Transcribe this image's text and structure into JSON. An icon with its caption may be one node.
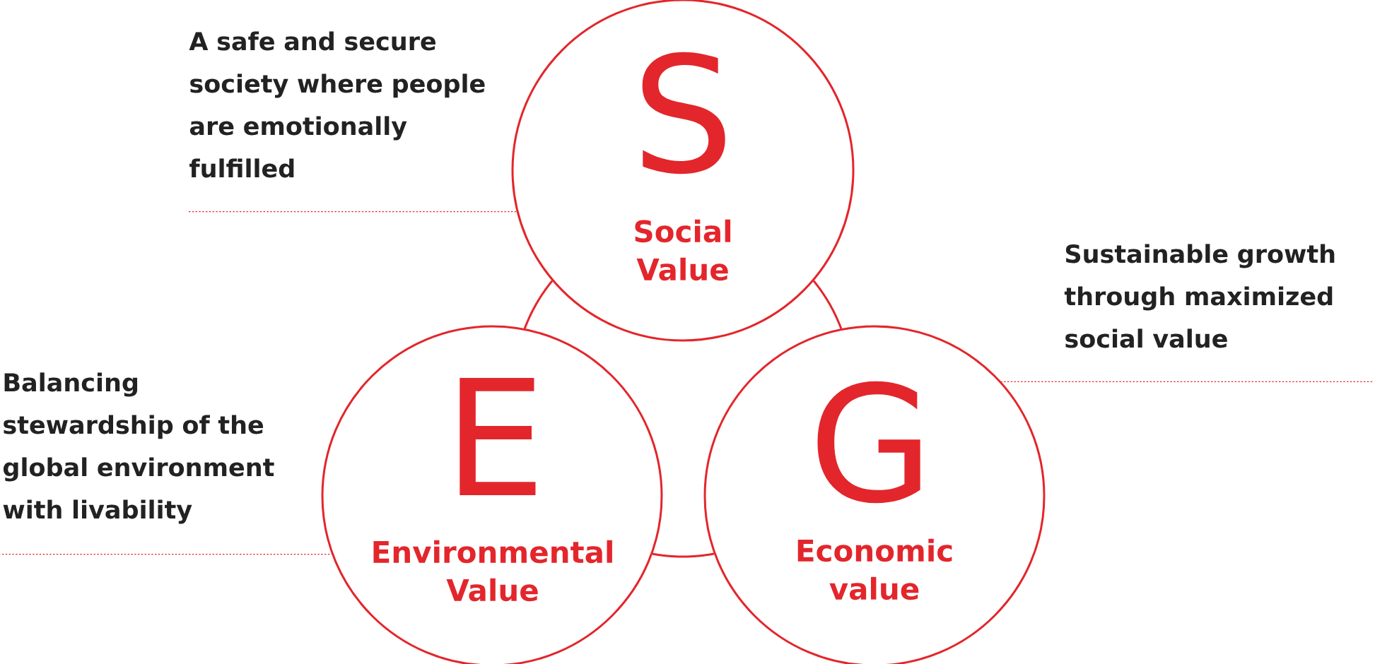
{
  "diagram": {
    "nodes": [
      {
        "text": [],
        "shape": "circle"
      },
      {
        "text": [
          "S",
          "Social Value"
        ]
      },
      {
        "text": [
          "E",
          "Environmental Value"
        ]
      },
      {
        "text": [
          "G",
          "Economic value"
        ]
      },
      {
        "text": [
          "A safe and secure society where people are emotionally fulfilled"
        ]
      },
      {
        "text": [
          "Sustainable growth through maximized social value"
        ]
      },
      {
        "text": [
          "Balancing stewardship of the global environment with livability"
        ]
      }
    ],
    "edges": [
      {
        "from": 4,
        "to": 1,
        "arrow": "none",
        "style": "dashed"
      },
      {
        "from": 5,
        "to": 3,
        "arrow": "none",
        "style": "dashed"
      },
      {
        "from": 6,
        "to": 2,
        "arrow": "none",
        "style": "dashed"
      }
    ]
  }
}
